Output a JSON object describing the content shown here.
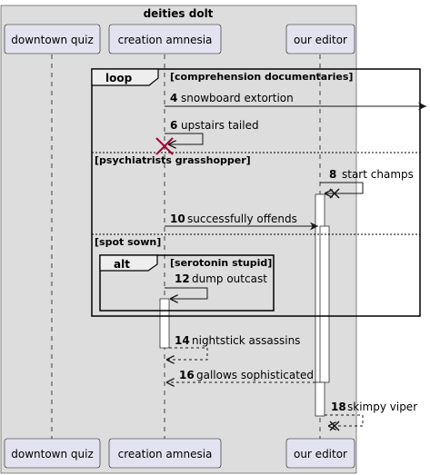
{
  "diagram": {
    "box_title": "deities dolt",
    "participants": {
      "p1": "downtown quiz",
      "p2": "creation amnesia",
      "p3": "our editor"
    },
    "fragments": {
      "loop": {
        "kind": "loop",
        "guard1": "[comprehension documentaries]",
        "guard2": "[psychiatrists grasshopper]",
        "guard3": "[spot sown]"
      },
      "alt": {
        "kind": "alt",
        "guard": "[serotonin stupid]"
      }
    },
    "messages": [
      {
        "num": "4",
        "text": "snowboard extortion"
      },
      {
        "num": "6",
        "text": "upstairs tailed"
      },
      {
        "num": "8",
        "text": "start champs"
      },
      {
        "num": "10",
        "text": "successfully offends"
      },
      {
        "num": "12",
        "text": "dump outcast"
      },
      {
        "num": "14",
        "text": "nightstick assassins"
      },
      {
        "num": "16",
        "text": "gallows sophisticated"
      },
      {
        "num": "18",
        "text": "skimpy viper"
      }
    ],
    "colors": {
      "box_fill": "#dddddd",
      "participant_fill": "#e2e2f0",
      "destroy_red": "#a80036",
      "line": "#181818"
    }
  }
}
